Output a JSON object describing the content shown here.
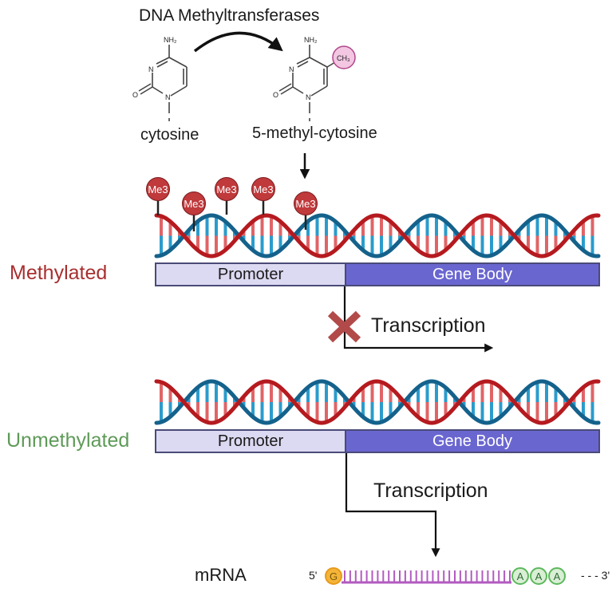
{
  "title": "DNA Methyltransferases",
  "molecules": {
    "cytosine": {
      "label": "cytosine",
      "atoms": {
        "amine": "NH₂",
        "n3": "N",
        "n1": "N",
        "oxygen": "O"
      }
    },
    "methyl_cytosine": {
      "label": "5-methyl-cytosine",
      "atoms": {
        "amine": "NH₂",
        "n3": "N",
        "n1": "N",
        "oxygen": "O",
        "methyl": "CH₃"
      }
    }
  },
  "methylated": {
    "label": "Methylated",
    "marks": [
      "Me3",
      "Me3",
      "Me3",
      "Me3",
      "Me3"
    ],
    "promoter_label": "Promoter",
    "gene_body_label": "Gene Body",
    "transcription_label": "Transcription",
    "blocked_icon": "x-icon"
  },
  "unmethylated": {
    "label": "Unmethylated",
    "promoter_label": "Promoter",
    "gene_body_label": "Gene Body",
    "transcription_label": "Transcription"
  },
  "mrna": {
    "label": "mRNA",
    "five_prime": "5'",
    "cap": "G",
    "poly_a": [
      "A",
      "A",
      "A"
    ],
    "three_prime": "- - - 3'"
  },
  "colors": {
    "methylated_label": "#a82f2f",
    "unmethylated_label": "#5e9a58",
    "strand_red": "#b51a1f",
    "strand_blue": "#14628c",
    "base_red": "#e06467",
    "base_blue": "#2a9ccc",
    "promoter": "#dcd9f2",
    "gene_body": "#6a66d0",
    "methyl_mark": "#c0393b",
    "methyl_circle": "#f3c6e2",
    "mrna_backbone": "#b25bc0",
    "block_x": "#b24a4a"
  }
}
